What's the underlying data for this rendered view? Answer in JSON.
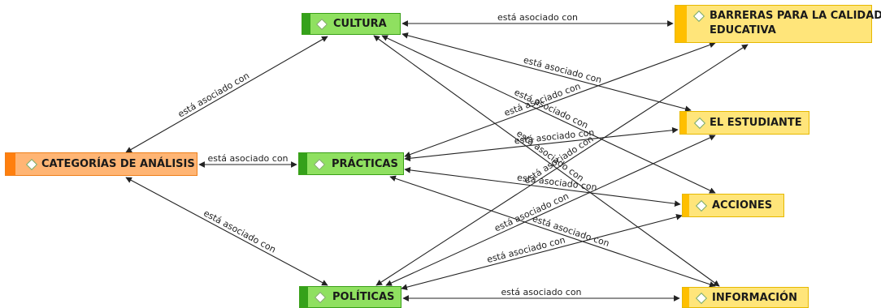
{
  "nodes": {
    "cultura": {
      "label": "CULTURA"
    },
    "practicas": {
      "label": "PRÁCTICAS"
    },
    "politicas": {
      "label": "POLÍTICAS"
    },
    "categorias": {
      "label": "CATEGORÍAS DE ANÁLISIS"
    },
    "barreras": {
      "label_line1": "BARRERAS PARA LA CALIDAD",
      "label_line2": "EDUCATIVA"
    },
    "estudiante": {
      "label": "EL ESTUDIANTE"
    },
    "acciones": {
      "label": "ACCIONES"
    },
    "informacion": {
      "label": "INFORMACIÓN"
    }
  },
  "relation_label": "está asociado con",
  "edges": [
    {
      "from": "categorias",
      "to": "cultura",
      "label": "está asociado con"
    },
    {
      "from": "categorias",
      "to": "practicas",
      "label": "está asociado con"
    },
    {
      "from": "categorias",
      "to": "politicas",
      "label": "está asociado con"
    },
    {
      "from": "cultura",
      "to": "barreras",
      "label": "está asociado con"
    },
    {
      "from": "cultura",
      "to": "estudiante",
      "label": "está asociado con"
    },
    {
      "from": "cultura",
      "to": "acciones",
      "label": "está asociado con"
    },
    {
      "from": "cultura",
      "to": "informacion",
      "label": "está asociado con"
    },
    {
      "from": "practicas",
      "to": "barreras",
      "label": "está asociado con"
    },
    {
      "from": "practicas",
      "to": "estudiante",
      "label": "está asociado con"
    },
    {
      "from": "practicas",
      "to": "acciones",
      "label": "está asociado con"
    },
    {
      "from": "practicas",
      "to": "informacion",
      "label": "está asociado con"
    },
    {
      "from": "politicas",
      "to": "barreras",
      "label": "está asociado con"
    },
    {
      "from": "politicas",
      "to": "estudiante",
      "label": "está asociado con"
    },
    {
      "from": "politicas",
      "to": "acciones",
      "label": "está asociado con"
    },
    {
      "from": "politicas",
      "to": "informacion",
      "label": "está asociado con"
    }
  ],
  "colors": {
    "green_fill": "#8fe060",
    "yellow_fill": "#ffe57a",
    "orange_fill": "#ffb574",
    "edge": "#222222"
  }
}
